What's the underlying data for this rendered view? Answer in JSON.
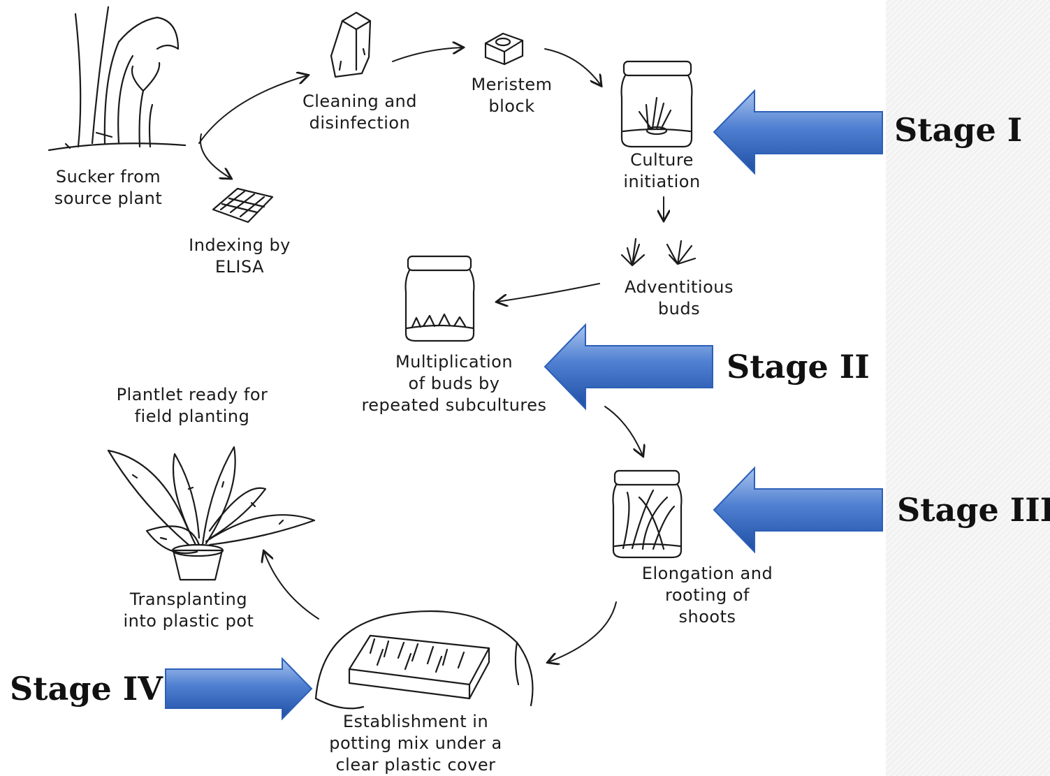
{
  "steps": {
    "sucker": "Sucker  from\nsource  plant",
    "cleaning": "Cleaning  and\ndisinfection",
    "meristem": "Meristem\nblock",
    "indexing": "Indexing  by\nELISA",
    "culture": "Culture\ninitiation",
    "adventitious": "Adventitious\nbuds",
    "multiplication": "Multiplication\nof  buds  by\nrepeated  subcultures",
    "plantlet": "Plantlet  ready  for\nfield  planting",
    "elongation": "Elongation  and\nrooting  of\nshoots",
    "transplanting": "Transplanting\ninto  plastic  pot",
    "establishment": "Establishment  in\npotting  mix  under  a\nclear  plastic  cover"
  },
  "stages": {
    "s1": "Stage I",
    "s2": "Stage II",
    "s3": "Stage III",
    "s4": "Stage IV"
  },
  "colors": {
    "arrow_light": "#a9c4ef",
    "arrow_mid": "#4f7fd1",
    "arrow_dark": "#1f4fa3",
    "ink": "#1a1a1a"
  }
}
